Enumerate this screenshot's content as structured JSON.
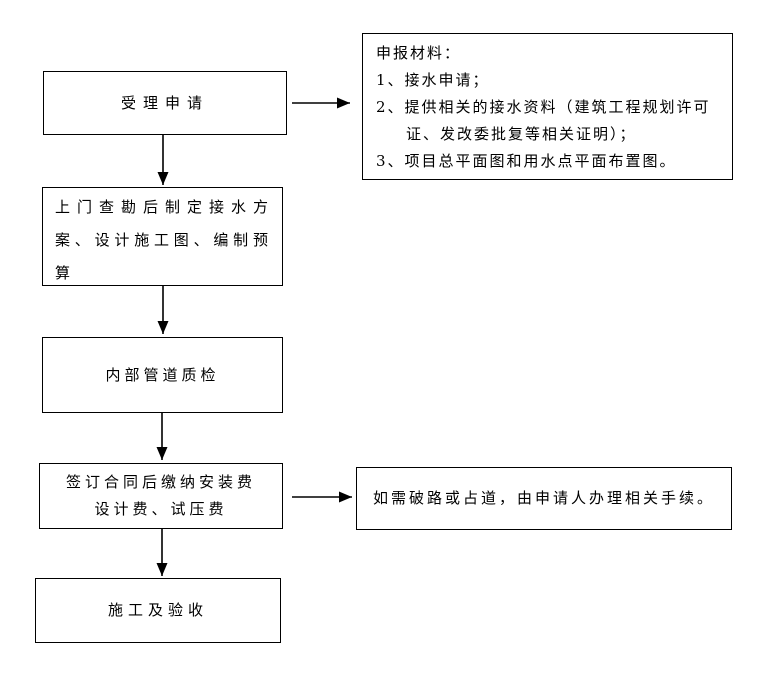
{
  "flowchart": {
    "colors": {
      "line": "#000000",
      "border": "#000000",
      "background": "#ffffff",
      "text": "#000000"
    },
    "accept": {
      "label": "受理申请"
    },
    "materials": {
      "title": "申报材料：",
      "items": [
        "1、接水申请；",
        "2、提供相关的接水资料（建筑工程规划许可证、发改委批复等相关证明）；",
        "3、项目总平面图和用水点平面布置图。"
      ]
    },
    "survey": {
      "label": "上门查勘后制定接水方案、设计施工图、编制预算"
    },
    "inspection": {
      "label": "内部管道质检"
    },
    "contract": {
      "line1": "签订合同后缴纳安装费",
      "line2": "设计费、试压费"
    },
    "construction": {
      "label": "施工及验收"
    },
    "road": {
      "label": "如需破路或占道，由申请人办理相关手续。"
    }
  }
}
